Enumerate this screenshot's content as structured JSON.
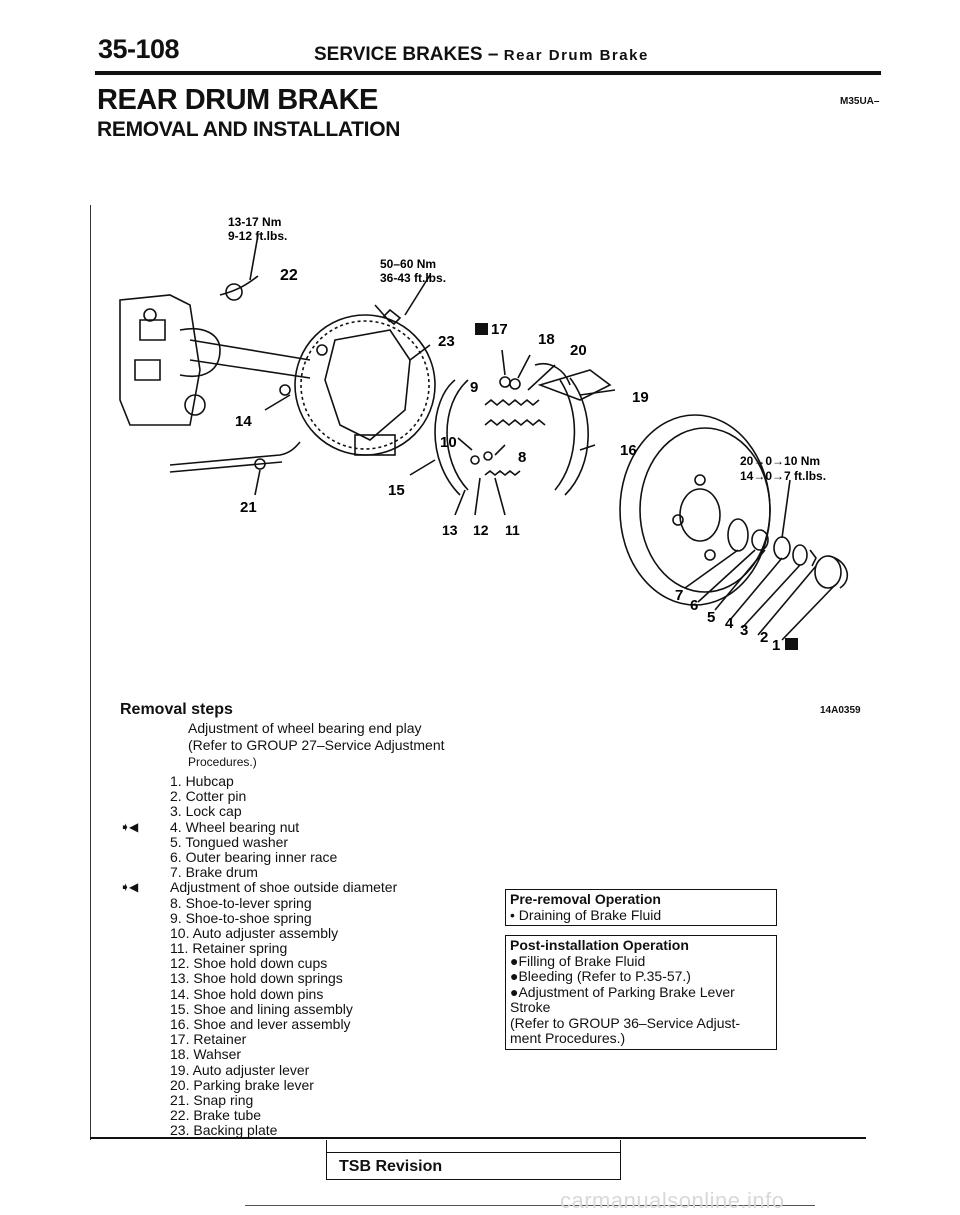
{
  "header": {
    "page_number": "35-108",
    "section": "SERVICE BRAKES",
    "dash": "–",
    "subsection": "Rear Drum Brake"
  },
  "title": "REAR DRUM BRAKE",
  "subtitle": "REMOVAL AND INSTALLATION",
  "doc_code": "M35UA–",
  "figure": {
    "code": "14A0359",
    "torques": {
      "t1_nm": "13-17 Nm",
      "t1_ft": "9-12 ft.lbs.",
      "t2_nm": "50–60 Nm",
      "t2_ft": "36-43 ft.lbs.",
      "t3_nm": "20→0→10 Nm",
      "t3_ft": "14→0→7 ft.lbs."
    },
    "callouts": [
      "22",
      "23",
      "17",
      "18",
      "20",
      "9",
      "19",
      "14",
      "10",
      "8",
      "16",
      "15",
      "21",
      "13",
      "12",
      "11",
      "7",
      "6",
      "5",
      "4",
      "3",
      "2",
      "1"
    ]
  },
  "removal": {
    "title": "Removal steps",
    "note_lines": [
      "Adjustment of wheel bearing end play",
      "(Refer to GROUP 27–Service Adjustment",
      "Procedures.)"
    ],
    "steps": [
      {
        "mark": "",
        "text": "1. Hubcap"
      },
      {
        "mark": "",
        "text": "2. Cotter pin"
      },
      {
        "mark": "",
        "text": "3. Lock cap"
      },
      {
        "mark": "➧◀",
        "text": "4. Wheel bearing nut"
      },
      {
        "mark": "",
        "text": "5. Tongued washer"
      },
      {
        "mark": "",
        "text": "6. Outer bearing inner race"
      },
      {
        "mark": "",
        "text": "7. Brake drum"
      },
      {
        "mark": "➧◀",
        "text": "Adjustment of shoe outside diameter"
      },
      {
        "mark": "",
        "text": "8. Shoe-to-lever spring"
      },
      {
        "mark": "",
        "text": "9. Shoe-to-shoe spring"
      },
      {
        "mark": "",
        "text": "10. Auto adjuster assembly"
      },
      {
        "mark": "",
        "text": "11. Retainer spring"
      },
      {
        "mark": "",
        "text": "12. Shoe hold down cups"
      },
      {
        "mark": "",
        "text": "13. Shoe hold down springs"
      },
      {
        "mark": "",
        "text": "14. Shoe hold down pins"
      },
      {
        "mark": "",
        "text": "15. Shoe and lining assembly"
      },
      {
        "mark": "",
        "text": "16. Shoe and lever assembly"
      },
      {
        "mark": "",
        "text": "17. Retainer"
      },
      {
        "mark": "",
        "text": "18. Wahser"
      },
      {
        "mark": "",
        "text": "19. Auto adjuster lever"
      },
      {
        "mark": "",
        "text": "20. Parking brake lever"
      },
      {
        "mark": "",
        "text": "21. Snap ring"
      },
      {
        "mark": "",
        "text": "22. Brake tube"
      },
      {
        "mark": "",
        "text": "23. Backing plate"
      }
    ]
  },
  "pre_removal": {
    "title": "Pre-removal Operation",
    "items": [
      "• Draining of Brake Fluid"
    ]
  },
  "post_installation": {
    "title": "Post-installation Operation",
    "items": [
      "●Filling of Brake Fluid",
      "●Bleeding (Refer to P.35-57.)",
      "●Adjustment of Parking Brake Lever",
      "Stroke",
      "(Refer to GROUP 36–Service Adjust-",
      "ment Procedures.)"
    ]
  },
  "footer": {
    "tsb": "TSB Revision",
    "watermark": "carmanualsonline.info"
  }
}
